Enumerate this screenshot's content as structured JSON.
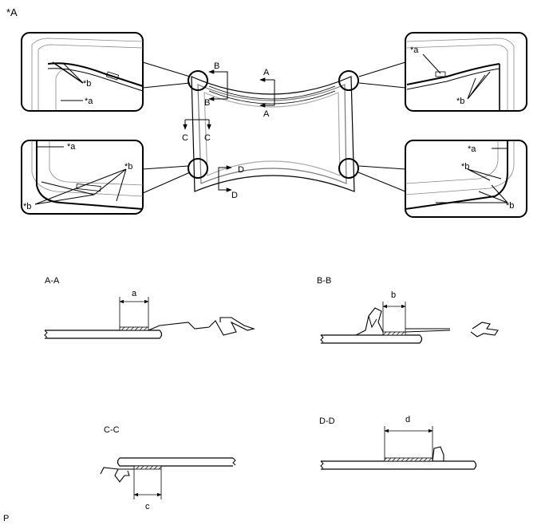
{
  "header": {
    "view_label": "*A"
  },
  "footer": {
    "code": "P"
  },
  "callouts": {
    "a": "*a",
    "b": "*b"
  },
  "section_marks": {
    "A": "A",
    "B": "B",
    "C": "C",
    "D": "D"
  },
  "sections": [
    {
      "title": "A-A",
      "dim": "a"
    },
    {
      "title": "B-B",
      "dim": "b"
    },
    {
      "title": "C-C",
      "dim": "c"
    },
    {
      "title": "D-D",
      "dim": "d"
    }
  ]
}
